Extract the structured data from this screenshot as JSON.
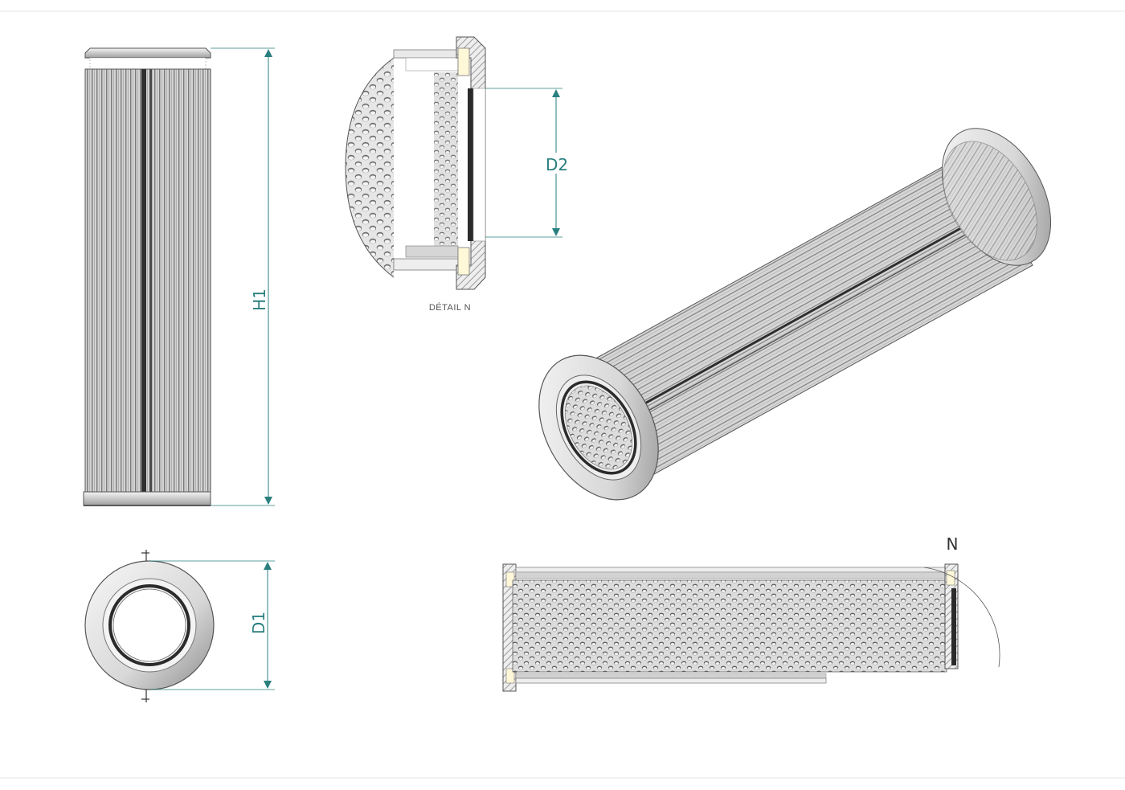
{
  "labels": {
    "h1": "H1",
    "d2": "D2",
    "d1": "D1",
    "detail_caption": "DÉTAIL N",
    "detail_marker": "N"
  },
  "colors": {
    "dimension": "#2a7f7f",
    "outline": "#555555",
    "steel_light": "#d9d9d9",
    "steel_mid": "#a9a9a9",
    "steel_dark": "#6b6b6b",
    "gasket": "#fff8d8",
    "seal": "#2b2b2b",
    "text": "#333333"
  }
}
